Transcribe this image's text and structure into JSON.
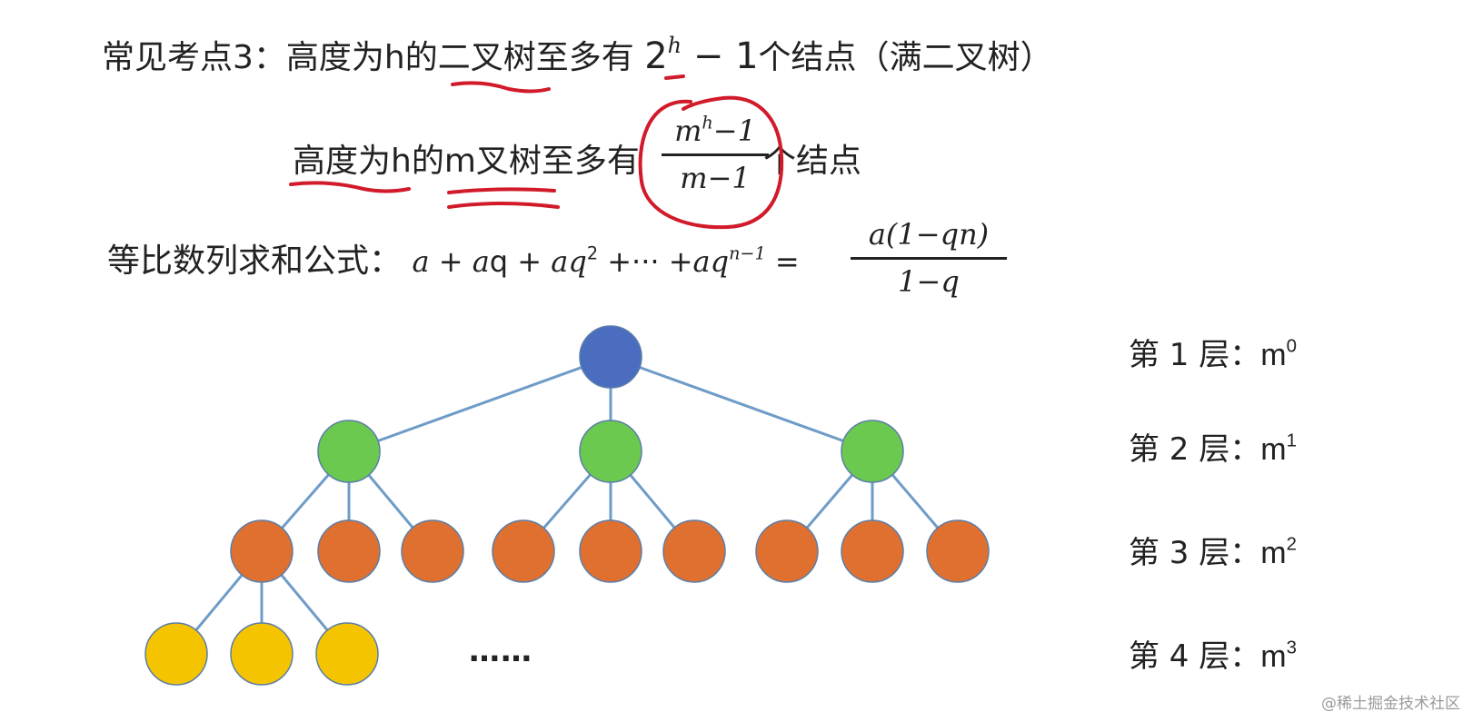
{
  "point3": {
    "prefix": "常见考点3：",
    "part1": "高度为h的",
    "binary_tree": "二叉树",
    "at_most": "至多有",
    "base": "2",
    "exp": "h",
    "minus_one": " − 1",
    "nodes": "个结点",
    "note": "（满二叉树）"
  },
  "point_m": {
    "part1": "高度为h的",
    "m_tree": "m叉树",
    "at_most": "至多有",
    "numerator_base": "m",
    "numerator_exp": "h",
    "numerator_tail": "−1",
    "denominator": "m−1",
    "nodes": "个结点"
  },
  "geometric": {
    "label": "等比数列求和公式：",
    "t1": "a",
    "p1": " + ",
    "t2a": "a",
    "t2b": "q",
    "p2": " + ",
    "t3": "aq",
    "t3exp": "2",
    "p3": " +··· +",
    "t4": "aq",
    "t4exp": "n−1",
    "eq": " = ",
    "numerator": "a(1−qn)",
    "denominator": "1−q"
  },
  "levels": [
    {
      "label": "第 1 层：",
      "base": "m",
      "exp": "0"
    },
    {
      "label": "第 2 层：",
      "base": "m",
      "exp": "1"
    },
    {
      "label": "第 3 层：",
      "base": "m",
      "exp": "2"
    },
    {
      "label": "第 4 层：",
      "base": "m",
      "exp": "3"
    }
  ],
  "ellipsis": "……",
  "watermark": "@稀土掘金技术社区",
  "colors": {
    "level1": "#4a6dbf",
    "level2": "#6cc94f",
    "level3": "#e07030",
    "level4": "#f5c400",
    "node_stroke": "#5b7ea8",
    "edge": "#6e9cc7",
    "annotation": "#d11a2a"
  },
  "tree": {
    "levels": [
      {
        "count": 1,
        "color_key": "level1"
      },
      {
        "count": 3,
        "color_key": "level2"
      },
      {
        "count": 9,
        "color_key": "level3"
      },
      {
        "count": 3,
        "color_key": "level4"
      }
    ]
  }
}
